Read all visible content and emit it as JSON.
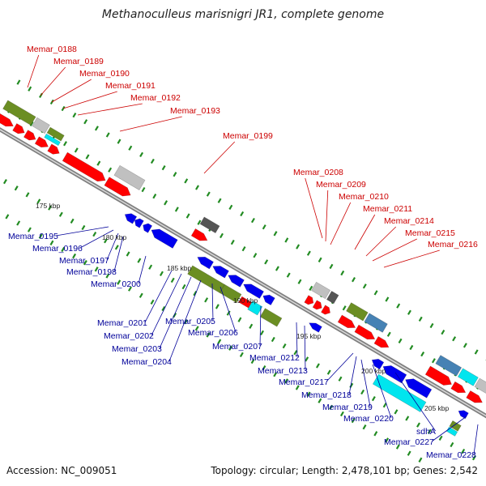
{
  "title": "Methanoculleus marisnigri JR1, complete genome",
  "footer": {
    "accession": "Accession: NC_009051",
    "summary": "Topology: circular; Length: 2,478,101 bp; Genes: 2,542"
  },
  "kbp_ticks": [
    "175 kbp",
    "180 kbp",
    "185 kbp",
    "190 kbp",
    "195 kbp",
    "200 kbp",
    "205 kbp"
  ],
  "colors": {
    "forward_label": "#cc0000",
    "reverse_label": "#000099",
    "forward_gene": "#ff0000",
    "reverse_gene": "#0000ee",
    "olive": "#6b8e23",
    "cyan": "#00e5ee",
    "steel": "#4682b4",
    "gray": "#c0c0c0",
    "darkgray": "#555555",
    "backbone": "#808080",
    "tick": "#228b22"
  },
  "labels_forward": [
    "Memar_0188",
    "Memar_0189",
    "Memar_0190",
    "Memar_0191",
    "Memar_0192",
    "Memar_0193",
    "Memar_0199",
    "Memar_0208",
    "Memar_0209",
    "Memar_0210",
    "Memar_0211",
    "Memar_0214",
    "Memar_0215",
    "Memar_0216"
  ],
  "labels_reverse": [
    "Memar_0195",
    "Memar_0196",
    "Memar_0197",
    "Memar_0198",
    "Memar_0200",
    "Memar_0201",
    "Memar_0202",
    "Memar_0203",
    "Memar_0204",
    "Memar_0205",
    "Memar_0206",
    "Memar_0207",
    "Memar_0212",
    "Memar_0213",
    "Memar_0217",
    "Memar_0218",
    "Memar_0219",
    "Memar_0220",
    "sdhA",
    "Memar_0227",
    "Memar_0228"
  ]
}
